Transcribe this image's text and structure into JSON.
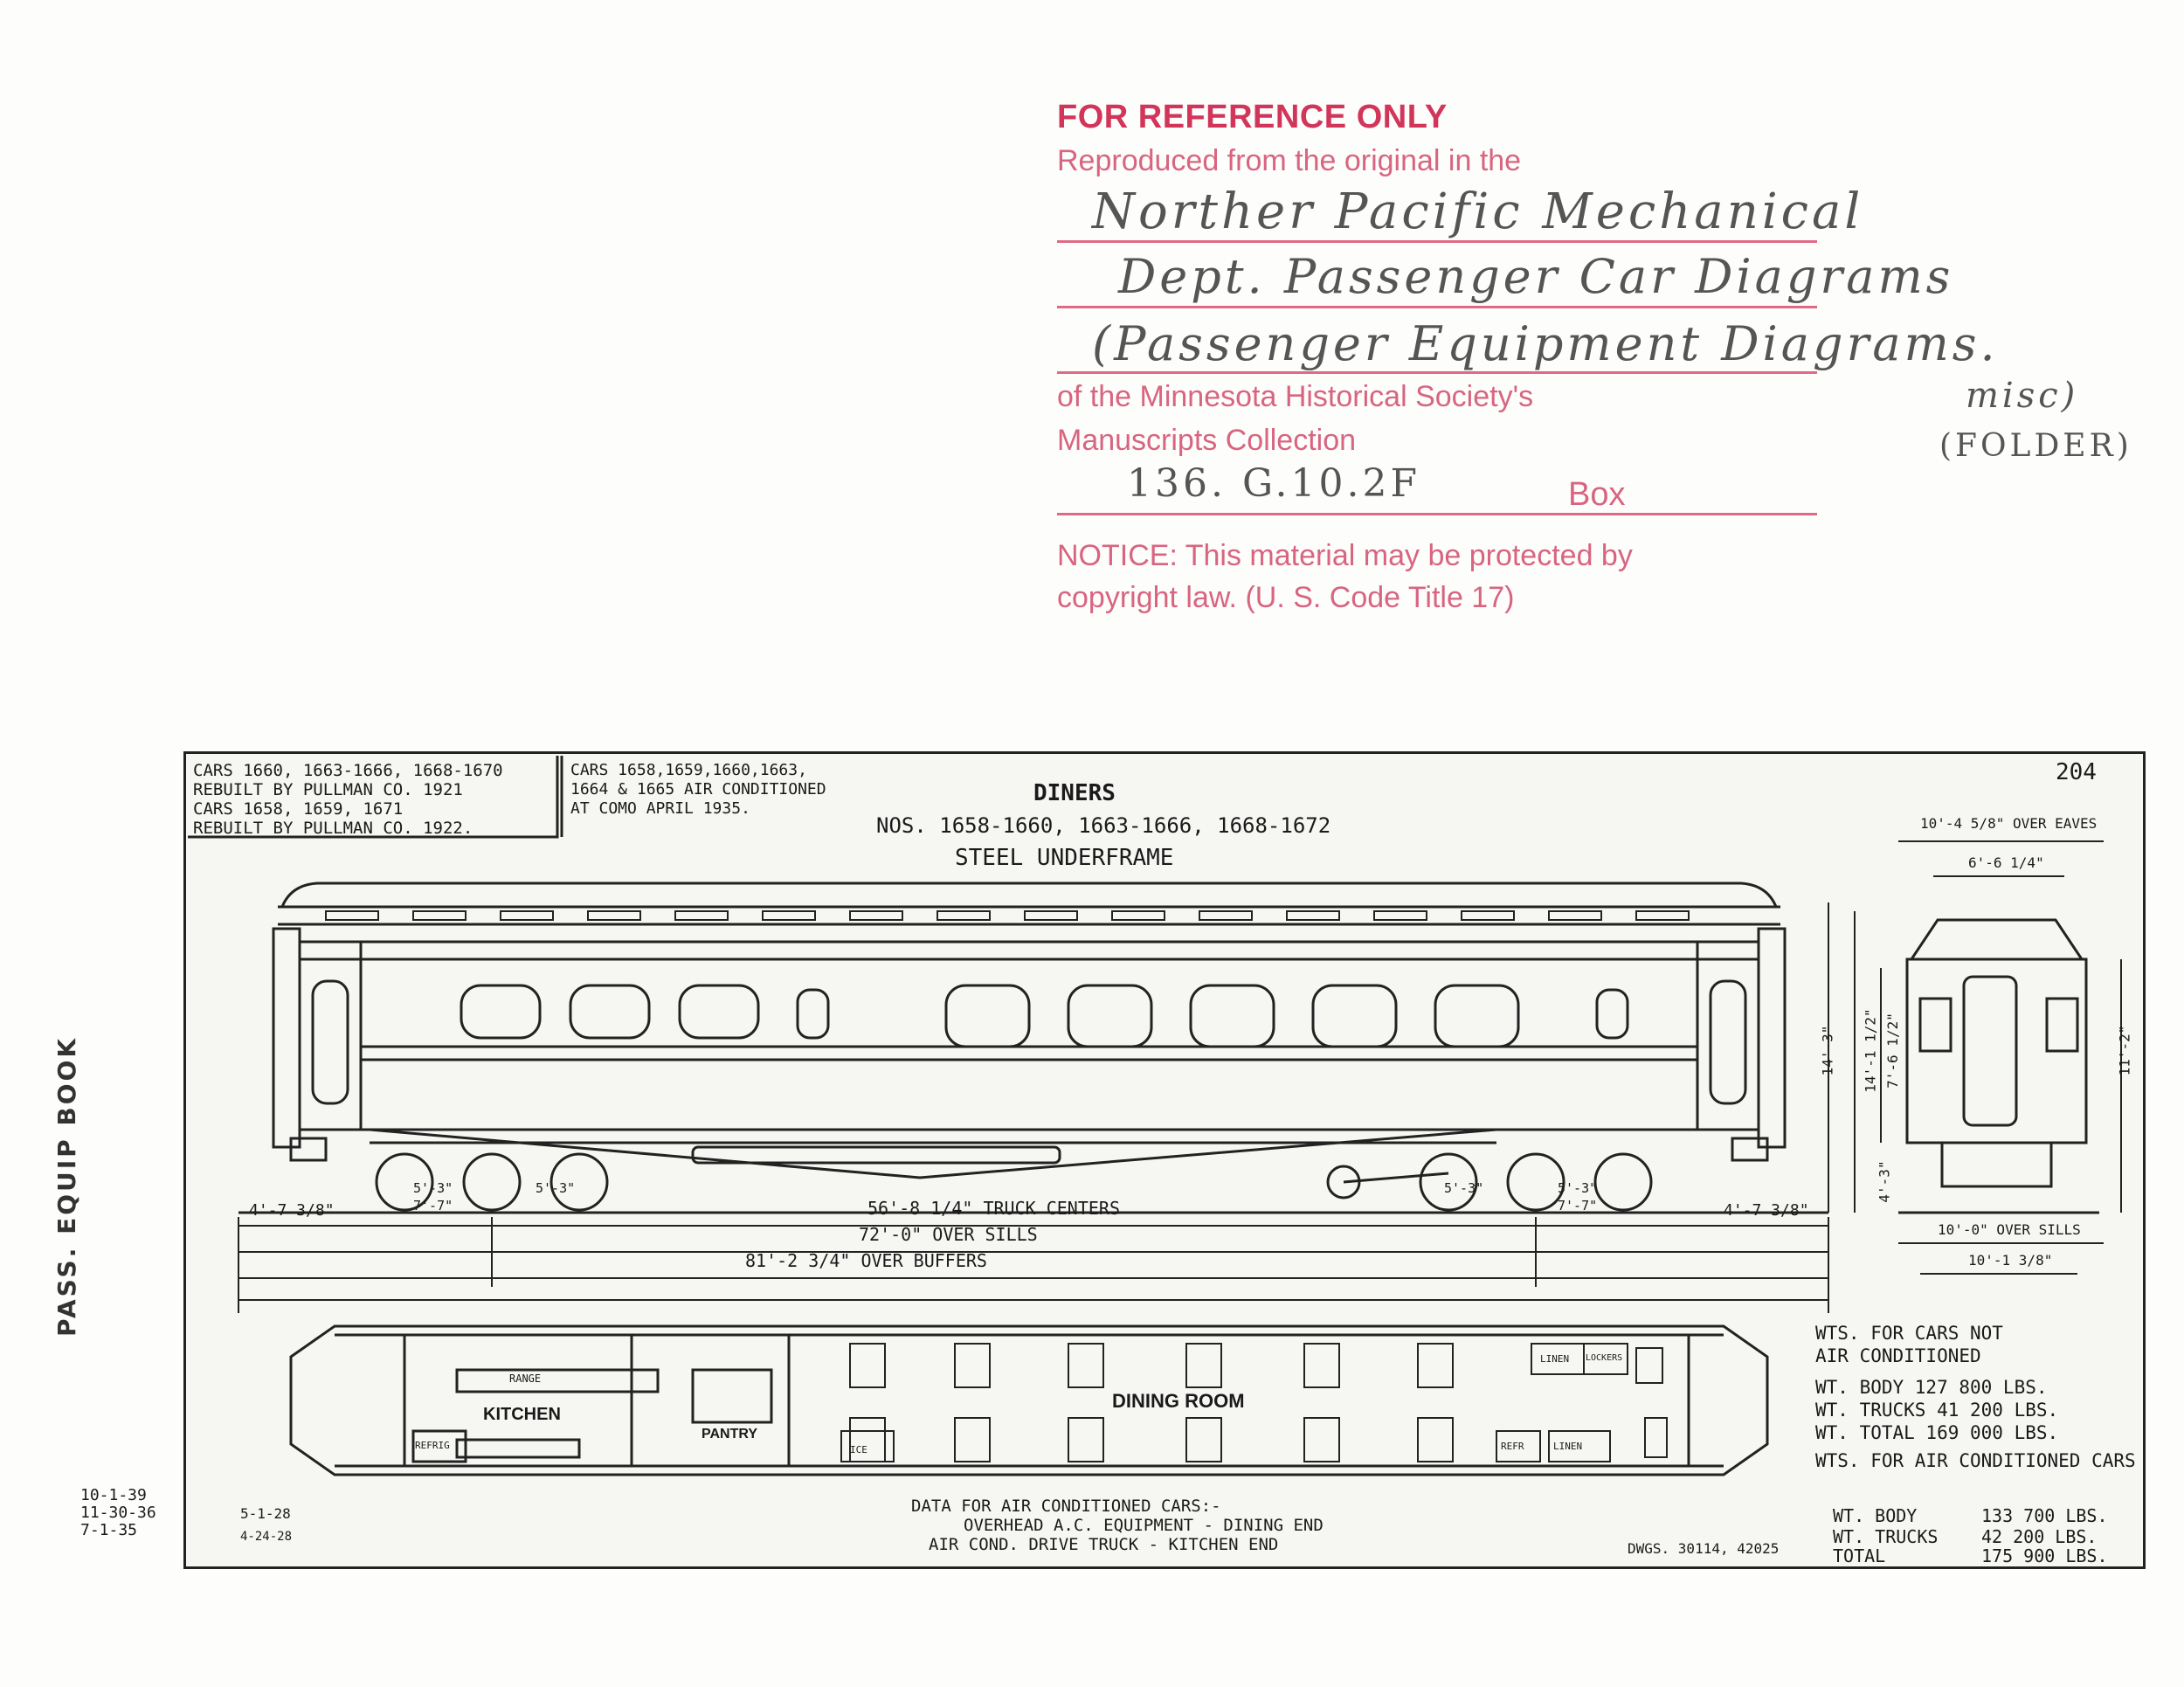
{
  "stamp": {
    "title": "FOR REFERENCE ONLY",
    "line1": "Reproduced from the original in the",
    "handwritten_1": "Norther Pacific Mechanical",
    "handwritten_2": "Dept. Passenger Car Diagrams",
    "handwritten_3": "(Passenger Equipment Diagrams.",
    "handwritten_4": "misc)",
    "handwritten_5": "(FOLDER)",
    "line2": "of the Minnesota Historical Society's",
    "line3": "Manuscripts Collection",
    "box_number": "136. G.10.2F",
    "box_label": "Box",
    "notice_1": "NOTICE: This material may be protected by",
    "notice_2": "copyright law.    (U. S. Code Title 17)"
  },
  "side_label": "PASS. EQUIP BOOK",
  "diagram": {
    "page_number": "204",
    "note_rebuilt_1": "CARS 1660, 1663-1666, 1668-1670",
    "note_rebuilt_2": "REBUILT BY PULLMAN CO. 1921",
    "note_rebuilt_3": "CARS 1658, 1659, 1671",
    "note_rebuilt_4": "REBUILT BY PULLMAN CO. 1922.",
    "note_ac_1": "CARS 1658,1659,1660,1663,",
    "note_ac_2": "1664 & 1665 AIR CONDITIONED",
    "note_ac_3": "AT COMO APRIL 1935.",
    "title": "DINERS",
    "numbers": "NOS. 1658-1660, 1663-1666, 1668-1672",
    "subtitle": "STEEL UNDERFRAME",
    "dim_truck_centers": "56'-8 1/4\" TRUCK CENTERS",
    "dim_over_sills": "72'-0\" OVER SILLS",
    "dim_over_buffers": "81'-2 3/4\" OVER BUFFERS",
    "dim_end_left": "4'-7 3/8\"",
    "dim_end_right": "4'-7 3/8\"",
    "dim_wheel_a": "5'-3\"",
    "dim_wheel_b": "7'-7\"",
    "dim_wheel_c": "5'-3\"",
    "dim_wheel_d": "5'-3\"",
    "dim_wheel_e": "5'-3\"",
    "dim_wheel_f": "7'-7\"",
    "end_dim_eaves": "10'-4 5/8\" OVER EAVES",
    "end_dim_roof": "6'-6 1/4\"",
    "end_dim_sills": "10'-0\" OVER SILLS",
    "end_dim_base": "10'-1 3/8\"",
    "end_dim_h1": "14'-3\"",
    "end_dim_h2": "14'-1 1/2\"",
    "end_dim_h3": "7'-6 1/2\"",
    "end_dim_h4": "4'-3\"",
    "end_dim_h5": "11'-2\"",
    "room_kitchen": "KITCHEN",
    "room_pantry": "PANTRY",
    "room_dining": "DINING ROOM",
    "fixture_range": "RANGE",
    "fixture_refrig": "REFRIG",
    "fixture_linen_1": "LINEN",
    "fixture_linen_2": "LINEN",
    "fixture_lockers": "LOCKERS",
    "fixture_refr": "REFR",
    "fixture_ice": "ICE",
    "weights_heading_1": "WTS. FOR CARS NOT",
    "weights_heading_2": "AIR CONDITIONED",
    "na_body": "WT. BODY 127 800 LBS.",
    "na_trucks": "WT. TRUCKS 41 200 LBS.",
    "na_total": "WT. TOTAL 169 000 LBS.",
    "ac_heading": "WTS. FOR AIR CONDITIONED CARS",
    "ac_body_label": "WT. BODY",
    "ac_body_val": "133 700 LBS.",
    "ac_trucks_label": "WT. TRUCKS",
    "ac_trucks_val": "42 200 LBS.",
    "ac_total_label": "TOTAL",
    "ac_total_val": "175 900 LBS.",
    "ac_data_heading": "DATA FOR AIR CONDITIONED CARS:-",
    "ac_data_1": "OVERHEAD A.C. EQUIPMENT - DINING END",
    "ac_data_2": "AIR COND. DRIVE TRUCK     - KITCHEN END",
    "drawings": "DWGS. 30114, 42025",
    "date_1": "10-1-39",
    "date_2": "11-30-36",
    "date_3": "7-1-35",
    "date_4": "5-1-28",
    "date_5": "4-24-28"
  }
}
